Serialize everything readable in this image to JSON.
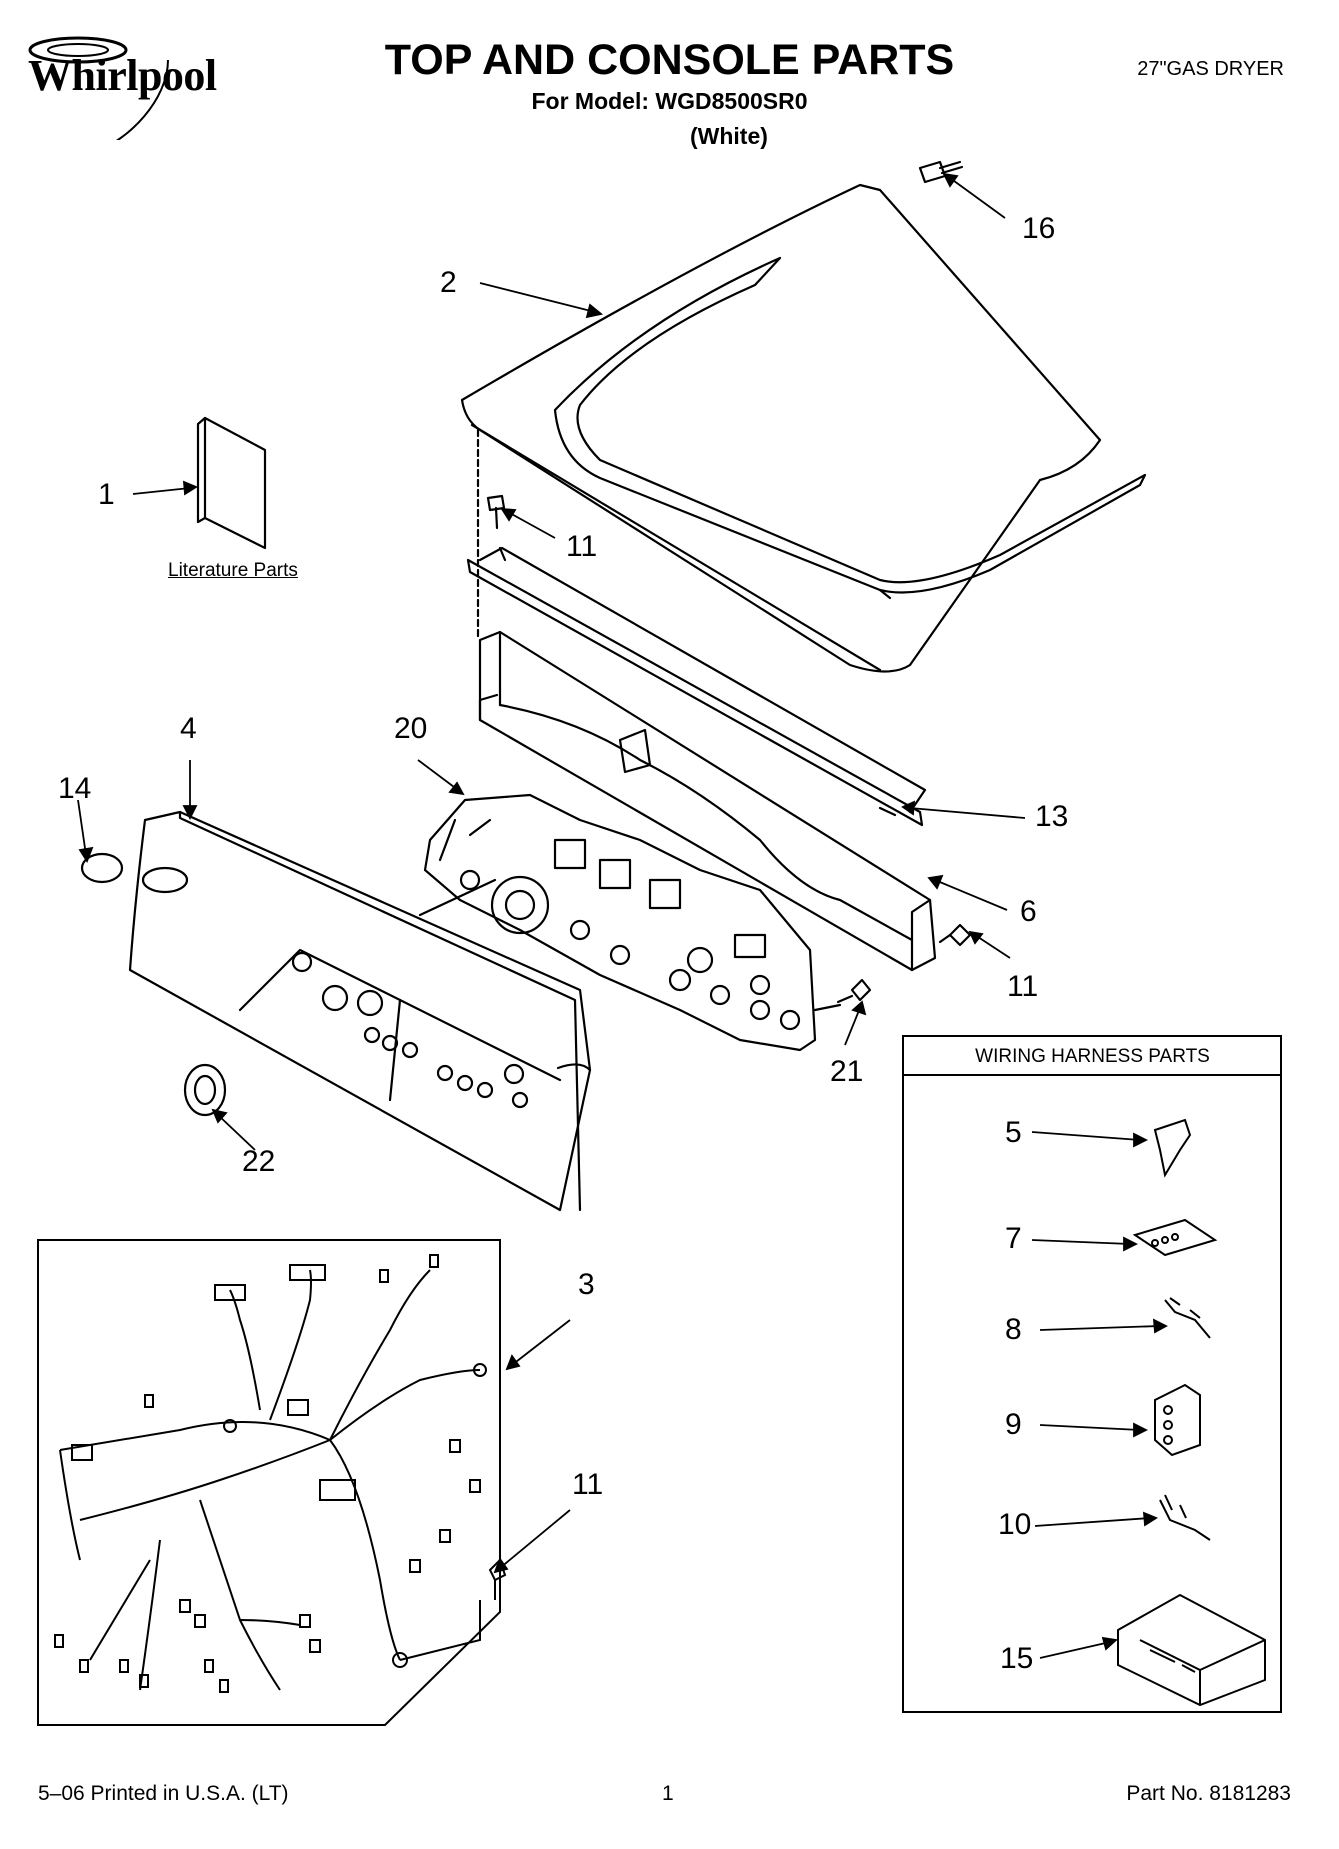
{
  "brand": "Whirlpool",
  "title": "TOP AND CONSOLE PARTS",
  "subtitle": "For Model: WGD8500SR0",
  "color_variant": "(White)",
  "product_type": "27\"GAS DRYER",
  "literature_label": "Literature Parts",
  "harness_box_title": "WIRING HARNESS PARTS",
  "callouts": {
    "c1": "1",
    "c2": "2",
    "c3": "3",
    "c4": "4",
    "c5": "5",
    "c6": "6",
    "c7": "7",
    "c8": "8",
    "c9": "9",
    "c10": "10",
    "c11a": "11",
    "c11b": "11",
    "c11c": "11",
    "c13": "13",
    "c14": "14",
    "c15": "15",
    "c16": "16",
    "c20": "20",
    "c21": "21",
    "c22": "22"
  },
  "footer": {
    "print_info": "5–06 Printed in U.S.A. (LT)",
    "page": "1",
    "part_no": "Part No. 8181283"
  }
}
